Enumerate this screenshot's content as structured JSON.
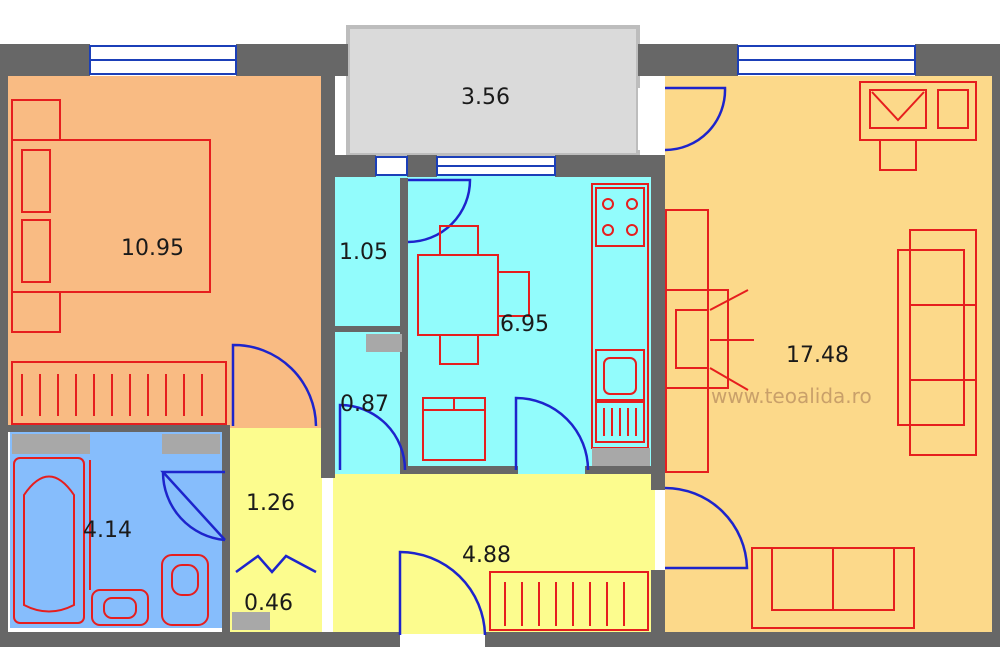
{
  "rooms": [
    {
      "id": "balcony",
      "area": "3.56"
    },
    {
      "id": "bedroom",
      "area": "10.95"
    },
    {
      "id": "storage",
      "area": "1.05"
    },
    {
      "id": "kitchen",
      "area": "6.95"
    },
    {
      "id": "living",
      "area": "17.48"
    },
    {
      "id": "wc",
      "area": "0.87"
    },
    {
      "id": "bathroom",
      "area": "4.14"
    },
    {
      "id": "hall-small",
      "area": "1.26"
    },
    {
      "id": "hall",
      "area": "4.88"
    },
    {
      "id": "closet",
      "area": "0.46"
    }
  ],
  "watermark": "www.teoalida.ro",
  "colors": {
    "wall": "#676767",
    "bedroom": "#f9bb83",
    "living": "#fcd98a",
    "kitchen": "#92fcfc",
    "bathroom": "#86bdfc",
    "hall": "#fcfc8e",
    "balcony": "#dadada",
    "furniture": "#e61e1e",
    "door": "#1d24cc",
    "window": "#1b3fb8"
  }
}
